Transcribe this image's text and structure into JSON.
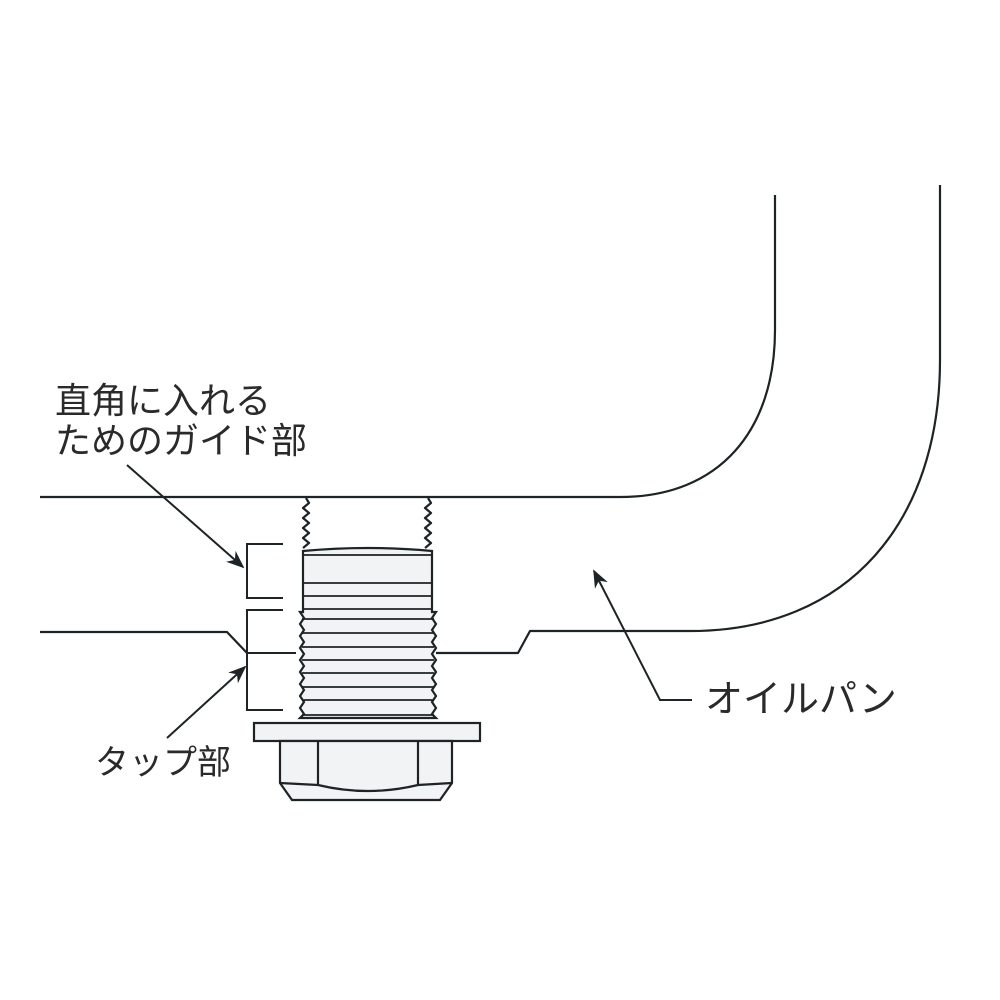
{
  "labels": {
    "guide_line1": "直角に入れる",
    "guide_line2": "ためのガイド部",
    "tap": "タップ部",
    "oil_pan": "オイルパン"
  },
  "colors": {
    "line": "#1e2326",
    "bolt_fill": "#f1f3f4",
    "background": "#ffffff"
  }
}
